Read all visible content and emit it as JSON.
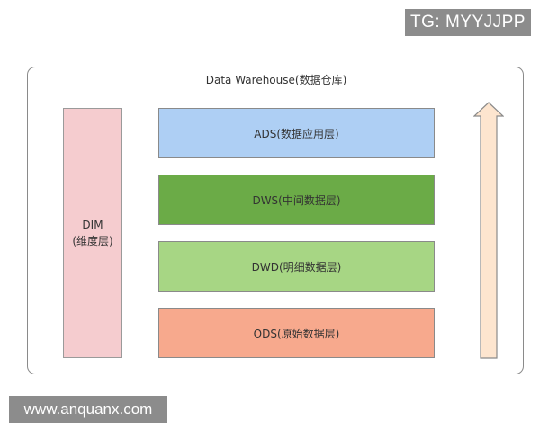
{
  "watermark_top": "TG: MYYJJPP",
  "watermark_bottom": "www.anquanx.com",
  "diagram": {
    "title": "Data Warehouse(数据仓库)",
    "dimension": {
      "name": "DIM",
      "subtitle": "(维度层)",
      "color": "#f5cccf"
    },
    "layers": [
      {
        "label": "ADS(数据应用层)",
        "color": "#aecff4"
      },
      {
        "label": "DWS(中间数据层)",
        "color": "#6bab47"
      },
      {
        "label": "DWD(明细数据层)",
        "color": "#a7d684"
      },
      {
        "label": "ODS(原始数据层)",
        "color": "#f7a98d"
      }
    ],
    "flow_arrow": {
      "direction": "up",
      "fill": "#fde5cf",
      "stroke": "#8a8a8a"
    }
  }
}
